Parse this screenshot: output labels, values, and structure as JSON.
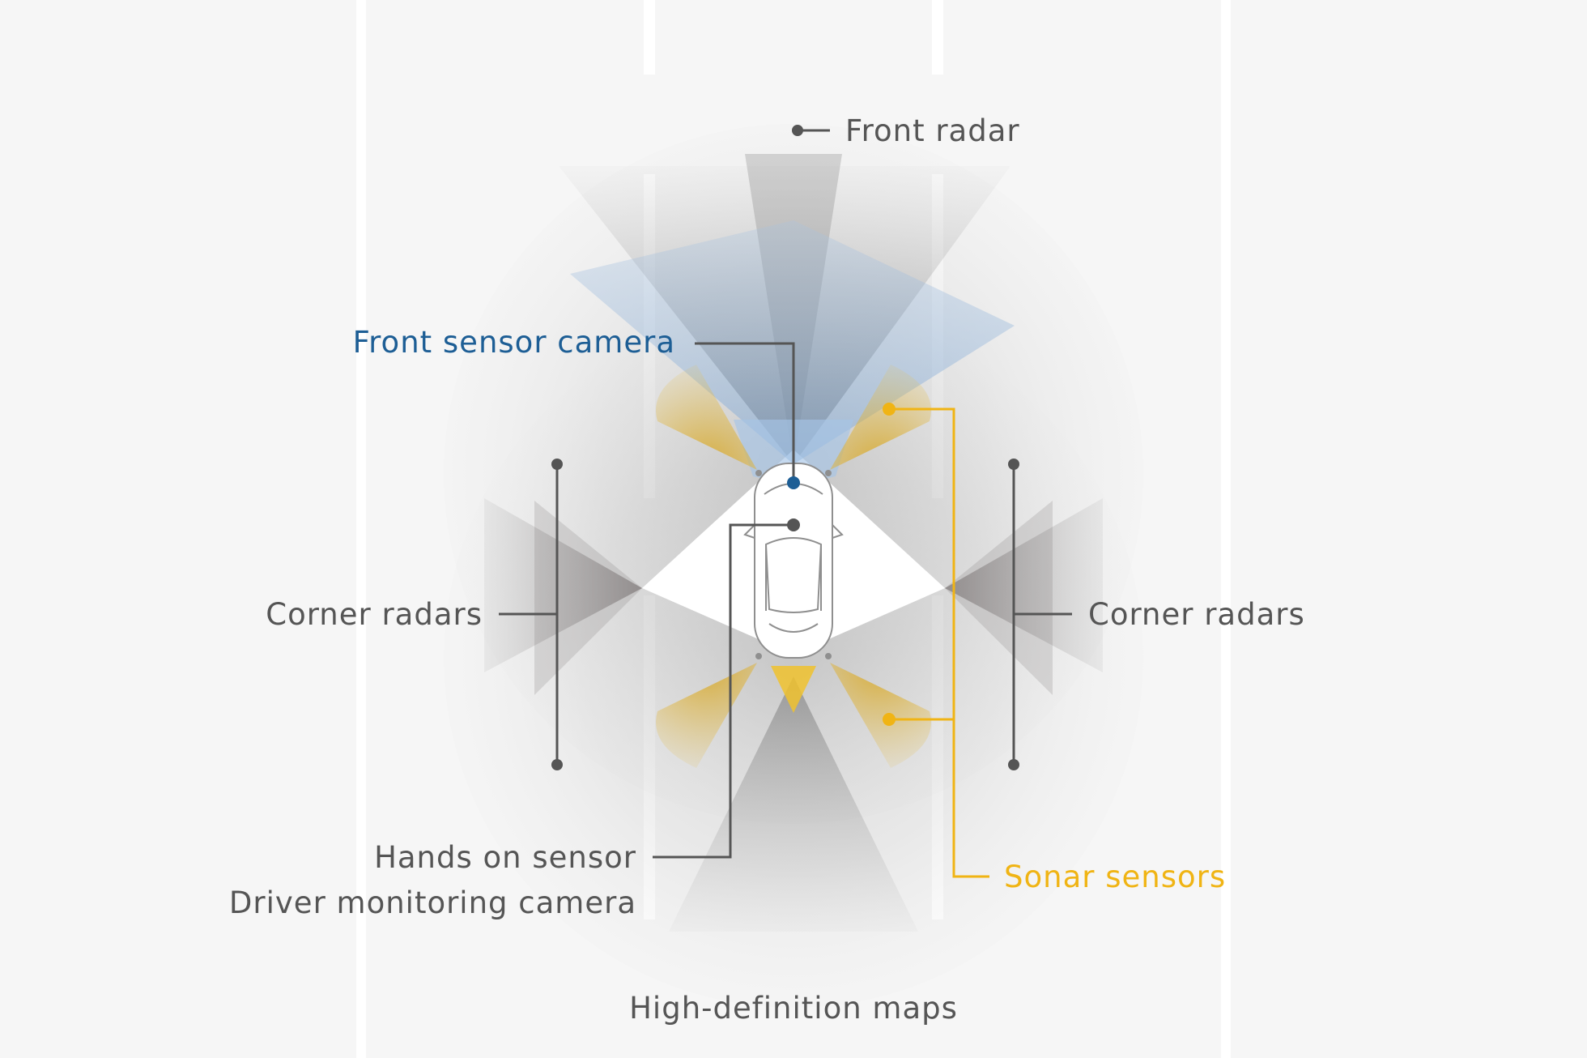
{
  "labels": {
    "front_radar": "Front radar",
    "front_camera": "Front sensor camera",
    "sonar": "Sonar sensors",
    "corner_left": "Corner radars",
    "corner_right": "Corner radars",
    "hands_on": "Hands on sensor",
    "driver_monitor": "Driver monitoring camera",
    "hd_maps": "High-definition maps"
  },
  "colors": {
    "background": "#f6f6f6",
    "lane": "#ffffff",
    "gray_text": "#555555",
    "blue": "#1d5e95",
    "yellow": "#f0b414",
    "line_gray": "#555555"
  },
  "icons": {
    "vehicle": "car-top-view-icon"
  }
}
